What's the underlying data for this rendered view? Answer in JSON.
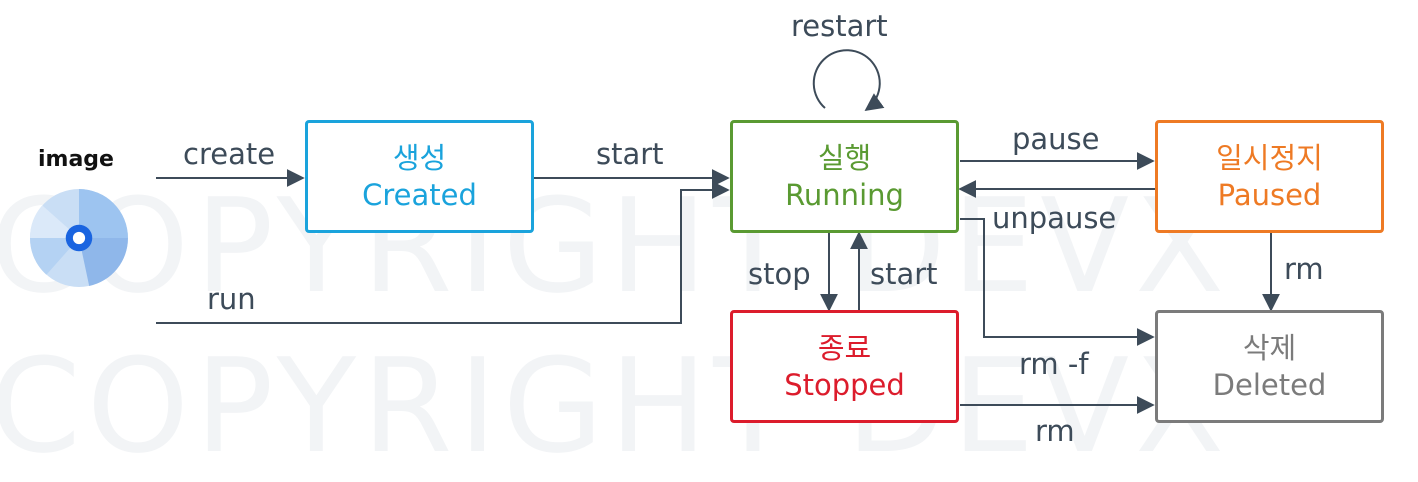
{
  "source": {
    "label": "image",
    "icon": "disc-image-icon"
  },
  "states": {
    "created": {
      "ko": "생성",
      "en": "Created",
      "color": "#1aa3dc"
    },
    "running": {
      "ko": "실행",
      "en": "Running",
      "color": "#5a9a32"
    },
    "paused": {
      "ko": "일시정지",
      "en": "Paused",
      "color": "#ee7a24"
    },
    "stopped": {
      "ko": "종료",
      "en": "Stopped",
      "color": "#dc1c2c"
    },
    "deleted": {
      "ko": "삭제",
      "en": "Deleted",
      "color": "#7b7b7b"
    }
  },
  "transitions": {
    "create": "create",
    "run": "run",
    "start_created": "start",
    "restart": "restart",
    "pause": "pause",
    "unpause": "unpause",
    "stop": "stop",
    "start_stopped": "start",
    "rm_paused": "rm",
    "rm_force": "rm -f",
    "rm_stopped": "rm"
  },
  "watermark": {
    "line1": "COPYRIGHT DEVX",
    "line2": "COPYRIGHT DEVX"
  }
}
